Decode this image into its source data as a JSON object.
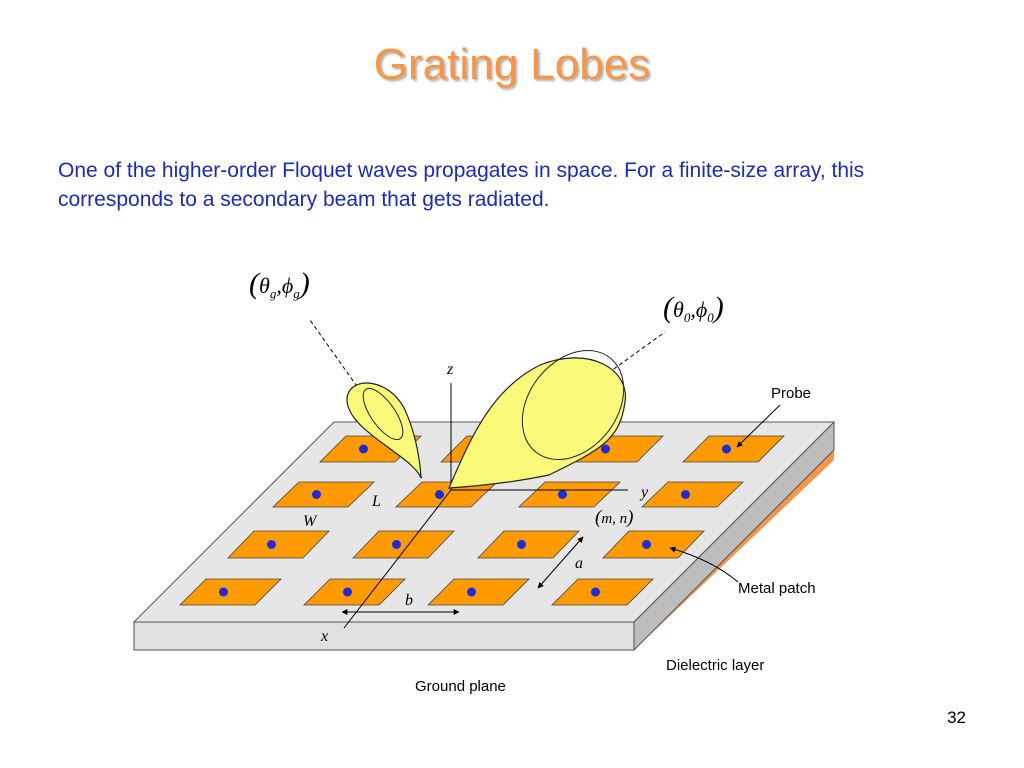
{
  "slide": {
    "title": "Grating Lobes",
    "subtitle": "One of the higher-order Floquet waves propagates in space. For a finite-size array, this corresponds to a secondary beam that gets radiated.",
    "page_number": "32"
  },
  "diagram": {
    "labels": {
      "probe": "Probe",
      "metal_patch": "Metal patch",
      "dielectric_layer": "Dielectric layer",
      "ground_plane": "Ground plane"
    },
    "math": {
      "grating_angle": {
        "theta": "θ",
        "theta_sub": "g",
        "comma": ",",
        "phi": "ϕ",
        "phi_sub": "g"
      },
      "main_angle": {
        "theta": "θ",
        "theta_sub": "0",
        "comma": ",",
        "phi": "ϕ",
        "phi_sub": "0"
      },
      "mn": "m, n",
      "z": "z",
      "y": "y",
      "x": "x",
      "L": "L",
      "W": "W",
      "a": "a",
      "b": "b"
    },
    "colors": {
      "patch": "#ff9a00",
      "probe": "#1f2bd6",
      "lobe": "#fafa7a",
      "board_top": "#e6e6e6",
      "ground": "#f79646"
    }
  }
}
